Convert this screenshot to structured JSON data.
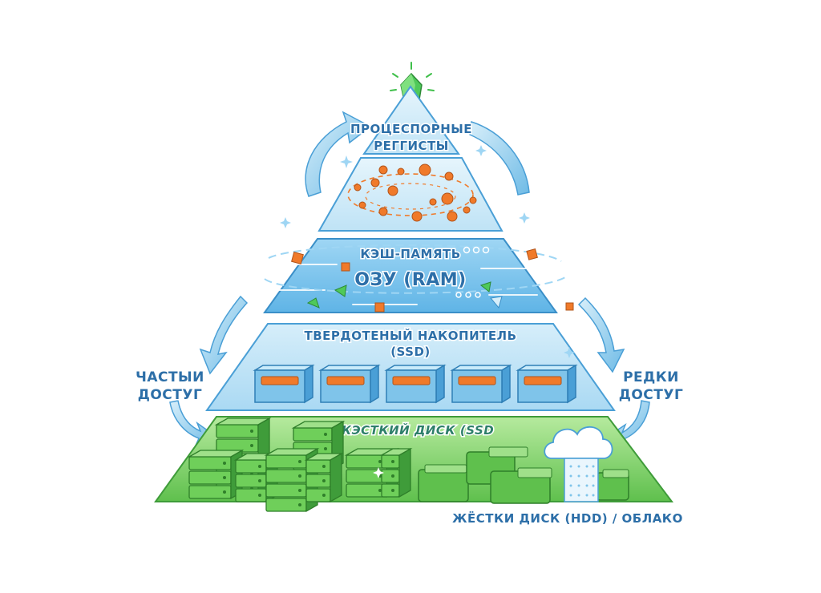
{
  "diagram": {
    "tiers": {
      "registers": {
        "line1": "ПРОЦЕСПОРНЫЕ",
        "line2": "РЕГГИСТЫ"
      },
      "cache": "КЭШ-ПАМЯТЬ",
      "ram": "ОЗУ (RAM)",
      "ssd": {
        "line1": "ТВЕРДОТЕНЫЙ НАКОПИТЕЛЬ",
        "line2": "(SSD)"
      },
      "hdd_top": "ЖЭСТКИЙ ДИСК (SSD",
      "hdd_bottom": "ЖЁСТКИ ДИСК (HDD) / ОБЛАКО"
    },
    "side_labels": {
      "frequent": {
        "line1": "ЧАСТЫИ",
        "line2": "ДОСТУГ"
      },
      "rare": {
        "line1": "РЕДКИ",
        "line2": "ДОСТУГ"
      }
    },
    "colors": {
      "tier_blue": "#bfe3f6",
      "tier_blue_dark": "#7fc4ea",
      "tier_outline": "#4a9fd6",
      "tier_green": "#7fd36a",
      "tier_green_dark": "#4fae45",
      "orange": "#f07a2a",
      "crystal": "#3fbf4a"
    },
    "ssd_drive_count": 5
  }
}
